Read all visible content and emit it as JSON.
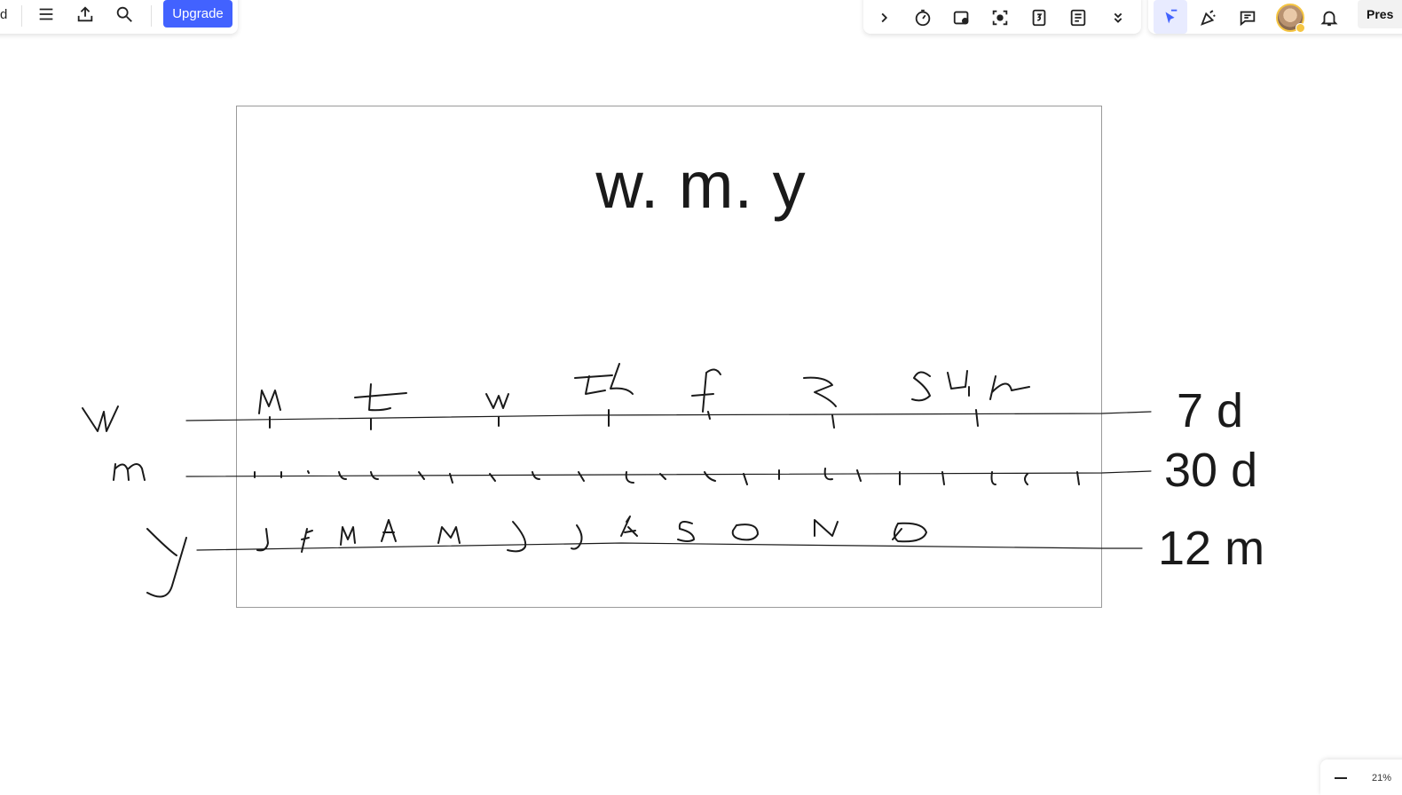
{
  "toolbar": {
    "board_name_fragment": "d",
    "upgrade_label": "Upgrade",
    "icons": [
      "menu-icon",
      "export-icon",
      "search-icon"
    ],
    "accent_color": "#4262ff"
  },
  "right_toolbar": {
    "icons": [
      "chevron-right-icon",
      "timer-icon",
      "video-icon",
      "focus-icon",
      "countdown-icon",
      "notes-icon",
      "chevron-double-down-icon"
    ],
    "icons2": [
      "cursor-flag-icon",
      "celebrate-icon",
      "comment-icon",
      "avatar",
      "bell-icon"
    ],
    "present_label": "Pres"
  },
  "board": {
    "title": "w. m. y",
    "labels": [
      "7 d",
      "30 d",
      "12 m"
    ]
  },
  "zoom": {
    "value": "21%"
  }
}
